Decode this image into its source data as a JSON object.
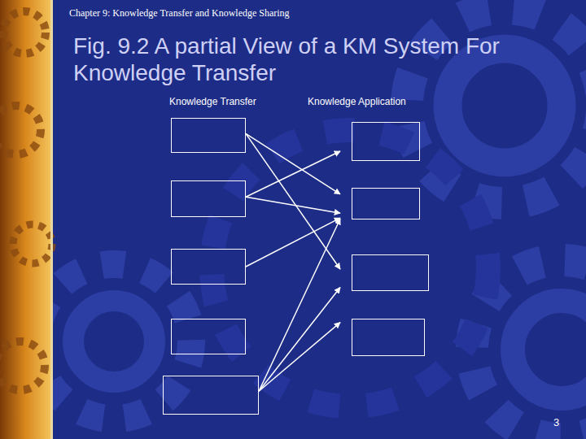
{
  "diagram": {
    "title": "Fig. 9.2 A partial View of a KM System For Knowledge Transfer",
    "nodes": [
      {
        "text": []
      },
      {
        "text": []
      },
      {
        "text": []
      },
      {
        "text": []
      },
      {
        "text": []
      },
      {
        "text": []
      },
      {
        "text": []
      },
      {
        "text": []
      },
      {
        "text": []
      }
    ],
    "edges": [
      {
        "from": 0,
        "to": 6,
        "arrow": "to"
      },
      {
        "from": 0,
        "to": 7,
        "arrow": "to"
      },
      {
        "from": 1,
        "to": 5,
        "arrow": "to"
      },
      {
        "from": 1,
        "to": 6,
        "arrow": "to"
      },
      {
        "from": 2,
        "to": 6,
        "arrow": "to"
      },
      {
        "from": 4,
        "to": 6,
        "arrow": "to"
      },
      {
        "from": 4,
        "to": 7,
        "arrow": "to"
      },
      {
        "from": 4,
        "to": 8,
        "arrow": "to"
      }
    ],
    "labels": [
      "Chapter 9:  Knowledge Transfer and Knowledge Sharing",
      "Knowledge Transfer",
      "Knowledge Application",
      "3"
    ]
  }
}
